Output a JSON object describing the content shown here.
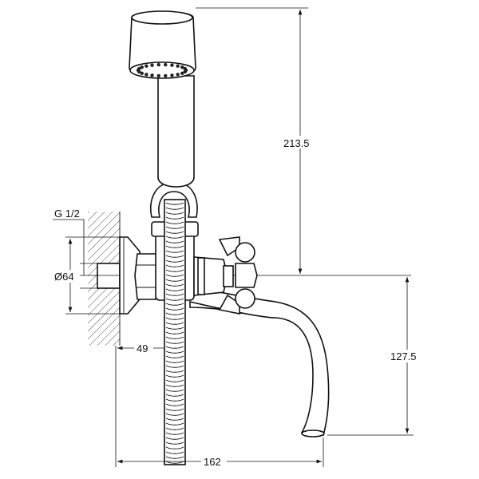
{
  "drawing": {
    "dimensions": {
      "height_shower": "213.5",
      "thread": "G 1/2",
      "flange_diameter": "Ø64",
      "wall_offset": "49",
      "spout_height": "127.5",
      "spout_reach": "162"
    }
  }
}
